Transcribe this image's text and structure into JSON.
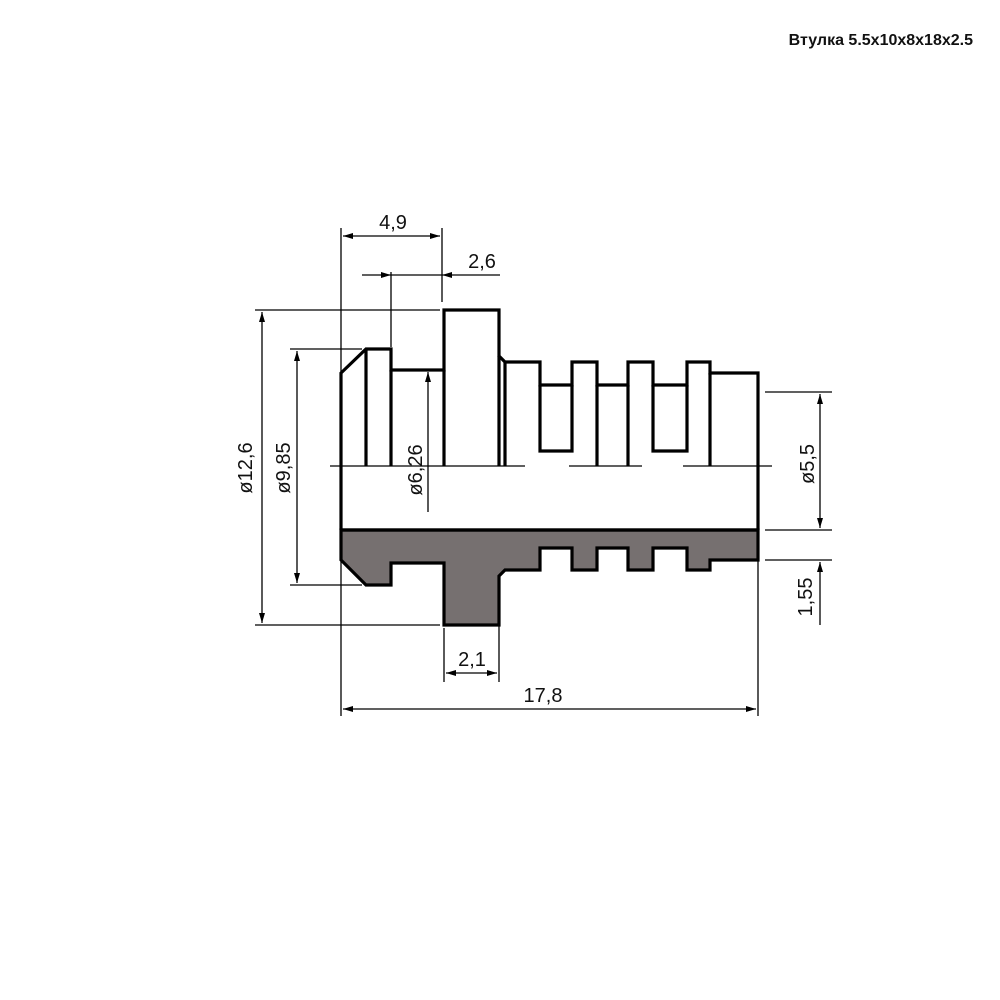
{
  "title": "Втулка 5.5x10x8x18x2.5",
  "dimensions": {
    "d1": "4,9",
    "d2": "2,6",
    "d3": "ø12,6",
    "d4": "ø9,85",
    "d5": "ø6,26",
    "d6": "ø5,5",
    "d7": "1,55",
    "d8": "2,1",
    "d9": "17,8"
  },
  "colors": {
    "section_fill": "#767070",
    "line": "#000000"
  }
}
